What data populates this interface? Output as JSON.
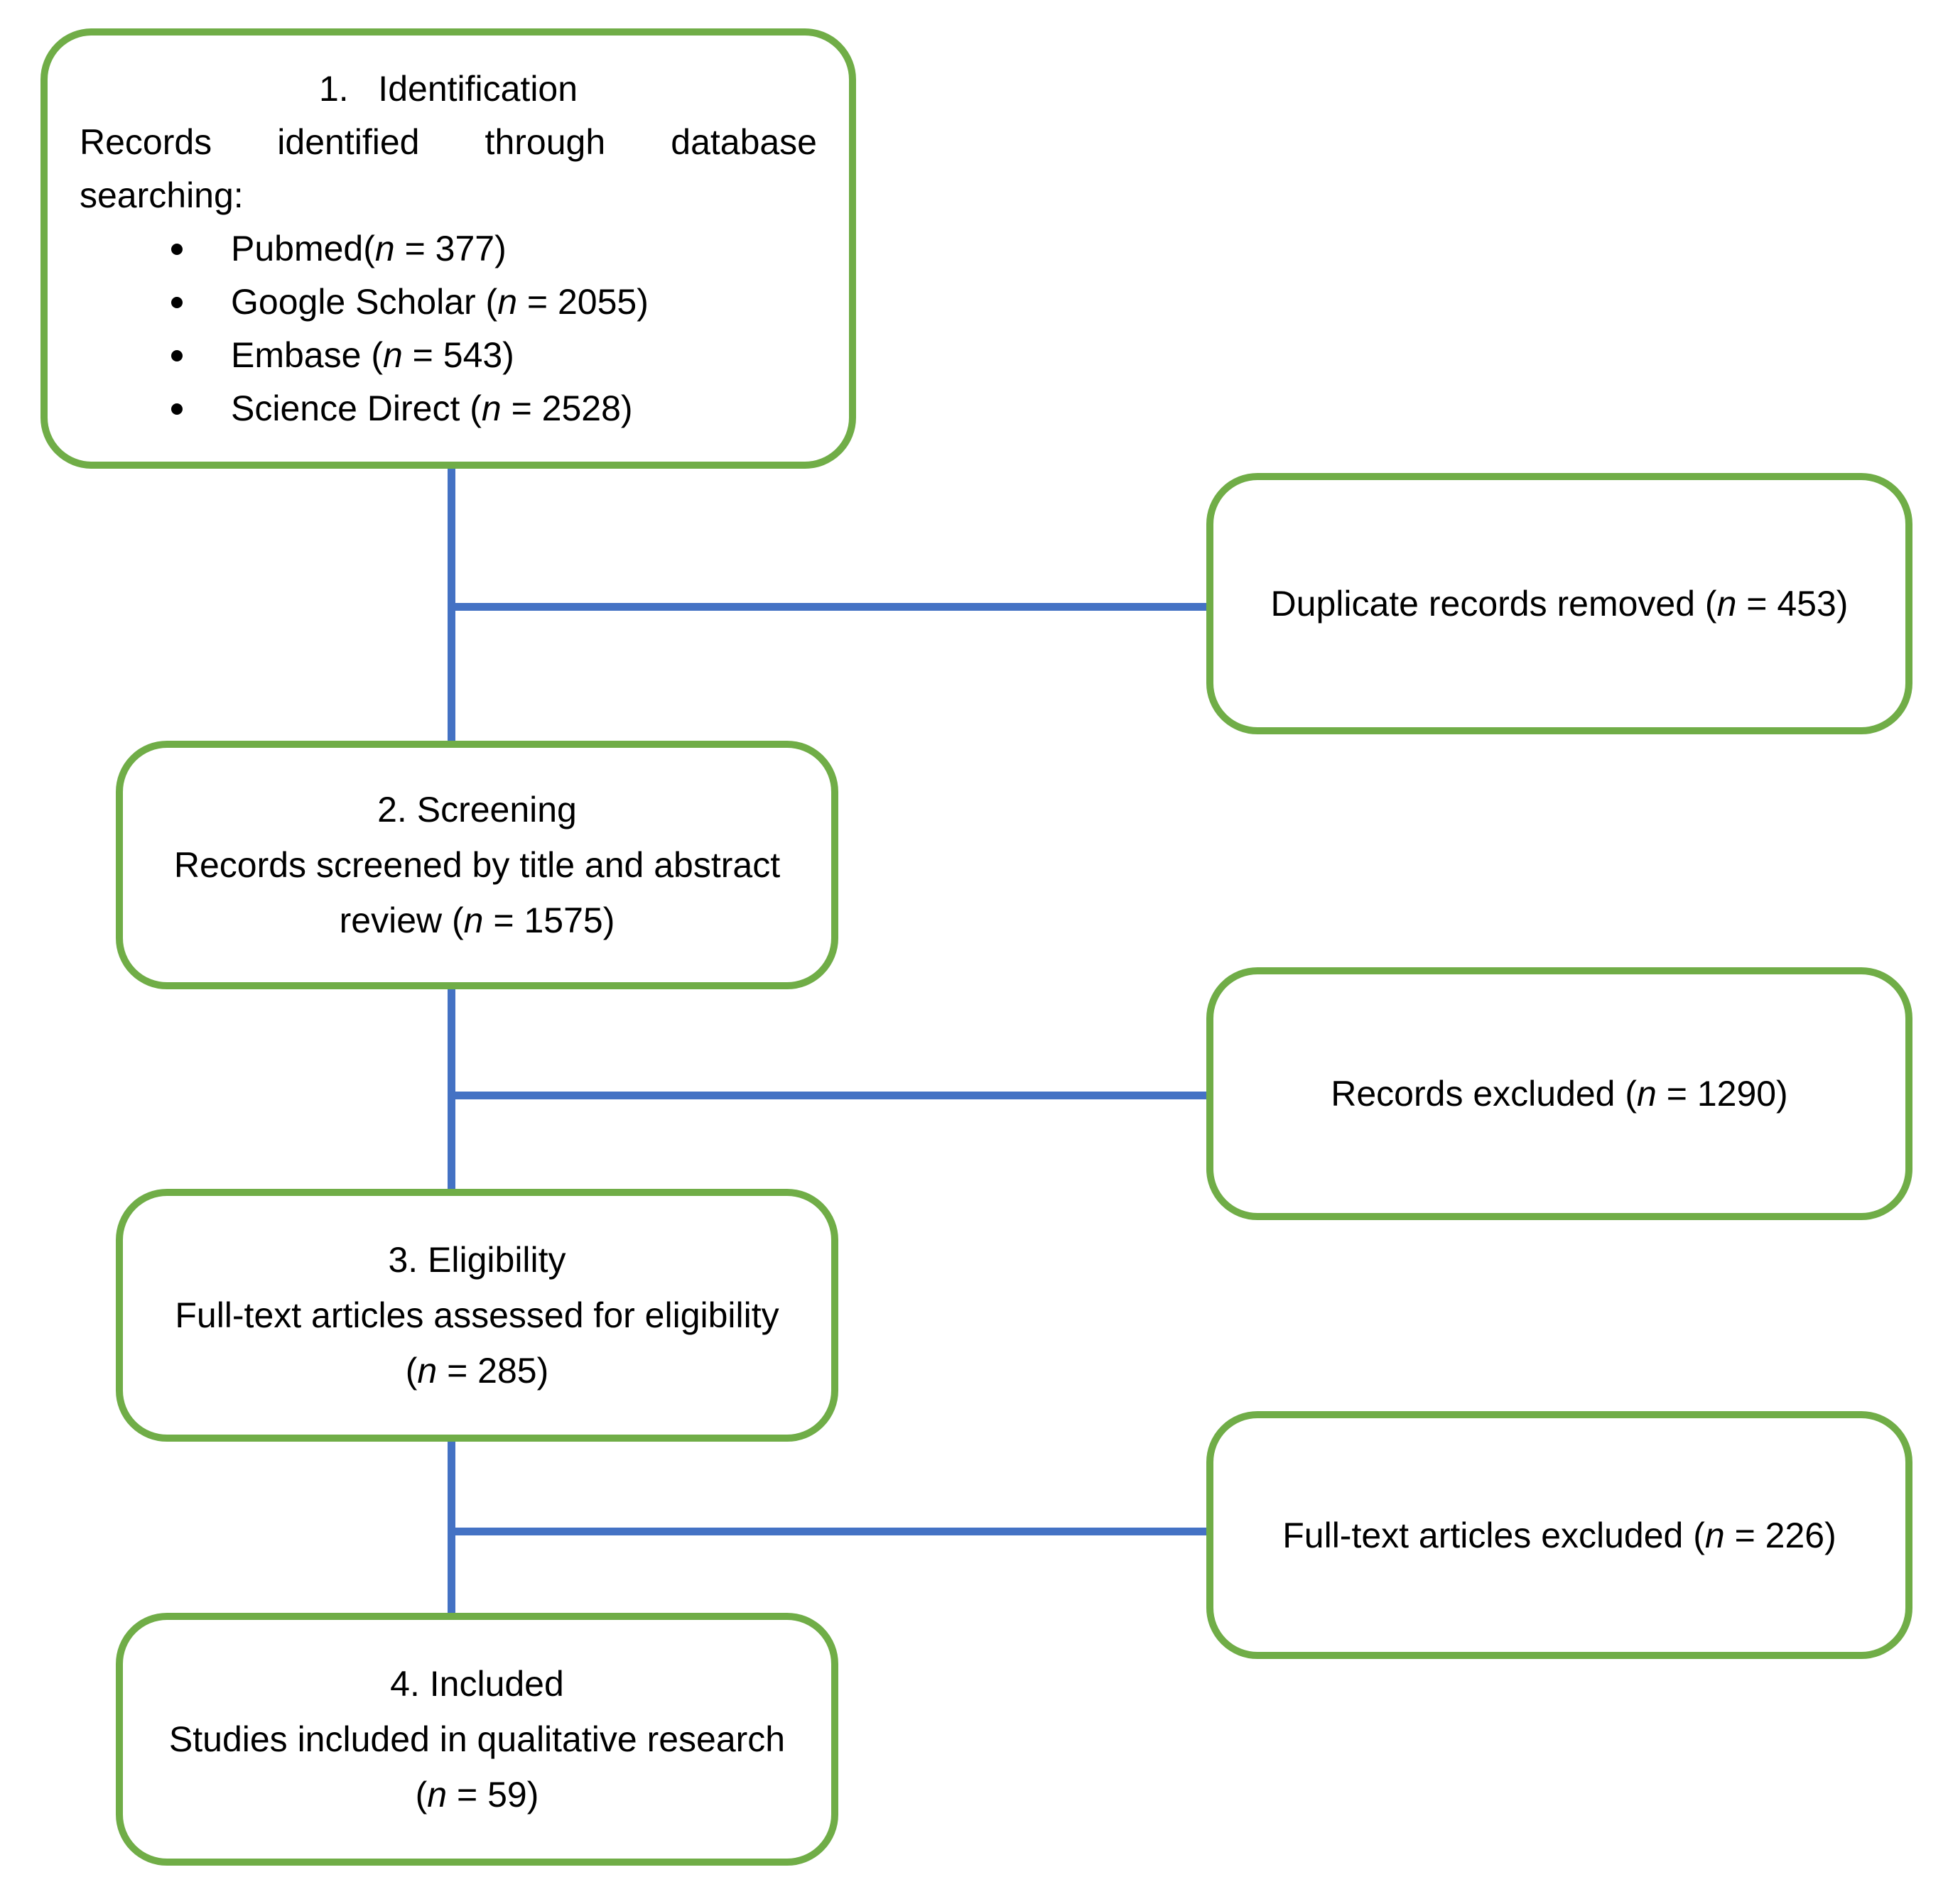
{
  "colors": {
    "box_border_green": "#70AD47",
    "connector_blue": "#4472C4",
    "text": "#000000",
    "background": "#FFFFFF"
  },
  "diagram": {
    "stages": {
      "identification": {
        "heading": "1.   Identification",
        "para_line1": "Records identified through database",
        "para_line2": "searching:",
        "sources": [
          "Pubmed(n = 377)",
          "Google Scholar (n = 2055)",
          "Embase (n = 543)",
          "Science Direct (n = 2528)"
        ]
      },
      "screening": {
        "heading": "2. Screening",
        "lines": [
          "Records screened by title and abstract",
          "review (n = 1575)"
        ]
      },
      "eligibility": {
        "heading": "3. Eligibility",
        "lines": [
          "Full-text articles assessed for eligibility",
          "(n = 285)"
        ]
      },
      "included": {
        "heading": "4. Included",
        "lines": [
          "Studies included in qualitative research",
          "(n = 59)"
        ]
      }
    },
    "side_boxes": {
      "duplicates_removed": "Duplicate records removed (n = 453)",
      "records_excluded": "Records excluded (n = 1290)",
      "fulltext_excluded": "Full-text articles excluded (n = 226)"
    }
  }
}
